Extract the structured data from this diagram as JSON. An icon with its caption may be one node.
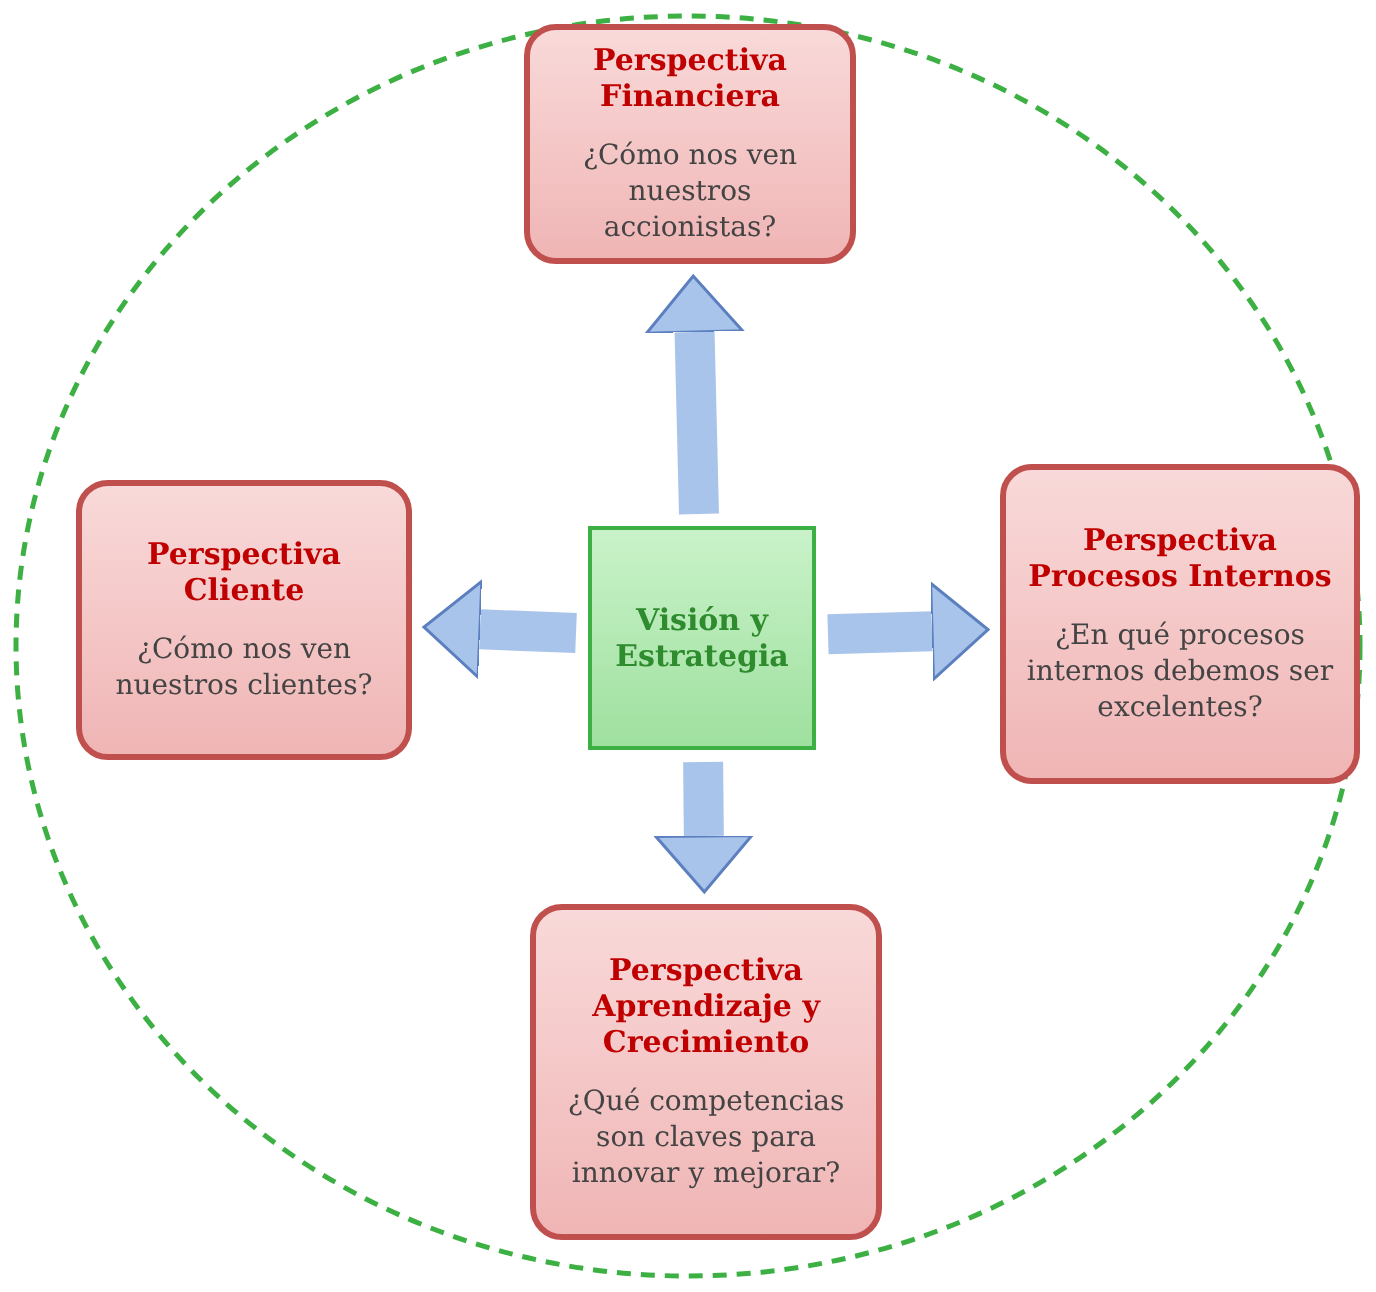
{
  "diagram": {
    "nodes": [
      {
        "text": [],
        "shape": "circle"
      },
      {
        "text": [
          "Perspectiva Financiera",
          "¿Cómo nos ven nuestros accionistas?"
        ],
        "in": 0
      },
      {
        "text": [
          "Perspectiva Cliente",
          "¿Cómo nos ven nuestros clientes?"
        ],
        "in": 0
      },
      {
        "text": [
          "Visión y Estrategia"
        ],
        "in": 0
      },
      {
        "text": [
          "Perspectiva Procesos Internos",
          "¿En qué procesos internos debemos ser excelentes?"
        ],
        "in": 0
      },
      {
        "text": [
          "Perspectiva Aprendizaje y Crecimiento",
          "¿Qué competencias son claves para innovar y mejorar?"
        ],
        "in": 0
      }
    ],
    "edges": [
      {
        "from": 3,
        "to": 1,
        "arrow": "to"
      },
      {
        "from": 3,
        "to": 2,
        "arrow": "to"
      },
      {
        "from": 3,
        "to": 4,
        "arrow": "to"
      },
      {
        "from": 3,
        "to": 5,
        "arrow": "to"
      }
    ]
  }
}
